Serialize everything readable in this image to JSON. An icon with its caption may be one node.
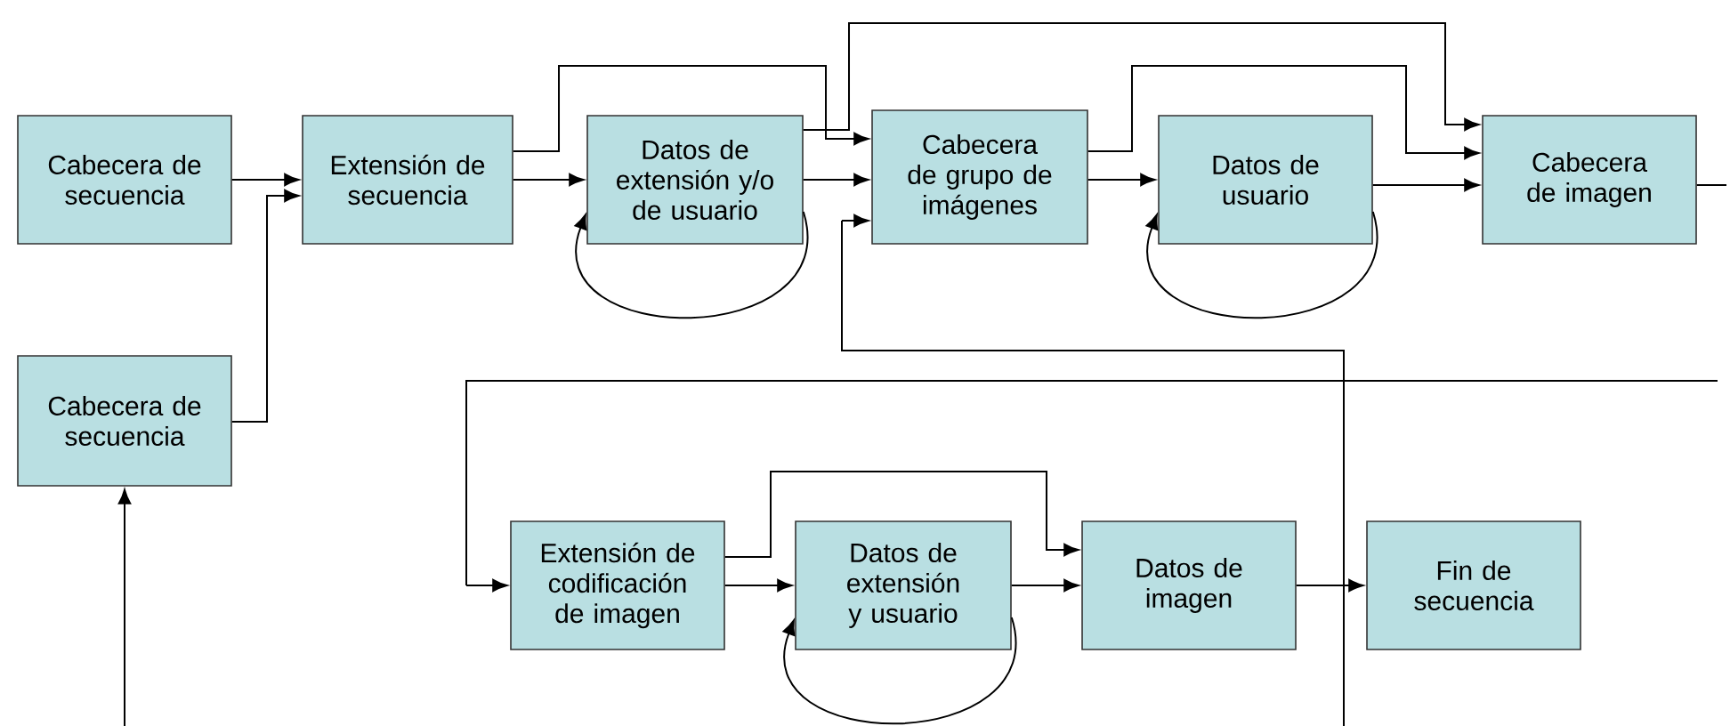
{
  "diagram": {
    "nodes": [
      {
        "text": [
          "Cabecera de secuencia"
        ]
      },
      {
        "text": [
          "Extensión de secuencia"
        ]
      },
      {
        "text": [
          "Datos de extensión y/o de usuario"
        ]
      },
      {
        "text": [
          "Cabecera de grupo de imágenes"
        ]
      },
      {
        "text": [
          "Datos de usuario"
        ]
      },
      {
        "text": [
          "Cabecera de imagen"
        ]
      },
      {
        "text": [
          "Cabecera de secuencia"
        ]
      },
      {
        "text": [
          "Extensión de codificación de imagen"
        ]
      },
      {
        "text": [
          "Datos de extensión y usuario"
        ]
      },
      {
        "text": [
          "Datos de imagen"
        ]
      },
      {
        "text": [
          "Fin de secuencia"
        ]
      }
    ],
    "edges": [
      {
        "from": 0,
        "to": 1,
        "arrow": "to"
      },
      {
        "from": 6,
        "to": 1,
        "arrow": "to"
      },
      {
        "from": 1,
        "to": 2,
        "arrow": "to"
      },
      {
        "from": 1,
        "to": 3,
        "arrow": "to"
      },
      {
        "from": 2,
        "to": 2,
        "arrow": "to"
      },
      {
        "from": 2,
        "to": 3,
        "arrow": "to"
      },
      {
        "from": 2,
        "to": 5,
        "arrow": "to"
      },
      {
        "from": null,
        "to": 3,
        "arrow": "to"
      },
      {
        "from": 3,
        "to": 4,
        "arrow": "to"
      },
      {
        "from": 3,
        "to": 5,
        "arrow": "to"
      },
      {
        "from": 4,
        "to": 4,
        "arrow": "to"
      },
      {
        "from": 4,
        "to": 5,
        "arrow": "to"
      },
      {
        "from": 5,
        "to": null,
        "arrow": "none"
      },
      {
        "from": null,
        "to": 7,
        "arrow": "to"
      },
      {
        "from": 7,
        "to": 8,
        "arrow": "to"
      },
      {
        "from": 7,
        "to": 9,
        "arrow": "to"
      },
      {
        "from": 8,
        "to": 8,
        "arrow": "to"
      },
      {
        "from": 8,
        "to": 9,
        "arrow": "to"
      },
      {
        "from": 9,
        "to": 10,
        "arrow": "to"
      },
      {
        "from": null,
        "to": 6,
        "arrow": "to"
      }
    ]
  }
}
